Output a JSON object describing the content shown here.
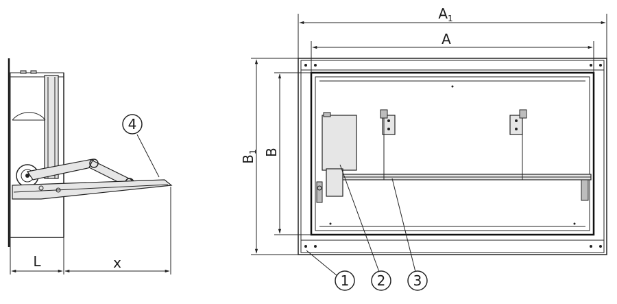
{
  "dimensions": {
    "A1": {
      "main": "A",
      "sub": "1"
    },
    "A": "A",
    "B1": {
      "main": "B",
      "sub": "1"
    },
    "B": "B",
    "L": "L",
    "x": "x"
  },
  "callouts": [
    "1",
    "2",
    "3",
    "4"
  ],
  "colors": {
    "line": "#222222",
    "background": "#ffffff",
    "fill": "#e6e6e6"
  }
}
